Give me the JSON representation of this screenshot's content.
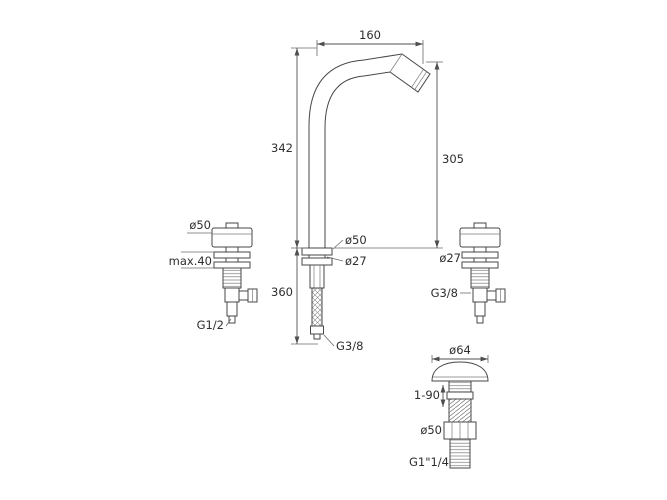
{
  "meta": {
    "title": "Kitchen mixer tap technical dimension drawing",
    "background": "#ffffff",
    "line_color": "#474747",
    "text_color": "#2e2e2e"
  },
  "labels": {
    "spout_reach": "160",
    "total_height": "342",
    "outlet_height": "305",
    "base_diameter": "ø50",
    "shank_diameter": "ø27",
    "hose_length": "360",
    "hose_thread": "G3/8",
    "handle_diameter": "ø50",
    "max_deck_thickness": "max.40",
    "handle_thread": "G1/2",
    "right_handle_diameter": "ø27",
    "right_handle_thread": "G3/8",
    "drain_cap_diameter": "ø64",
    "drain_adjustment": "1-90",
    "drain_body_diameter": "ø50",
    "drain_thread": "G1\"1/4"
  }
}
